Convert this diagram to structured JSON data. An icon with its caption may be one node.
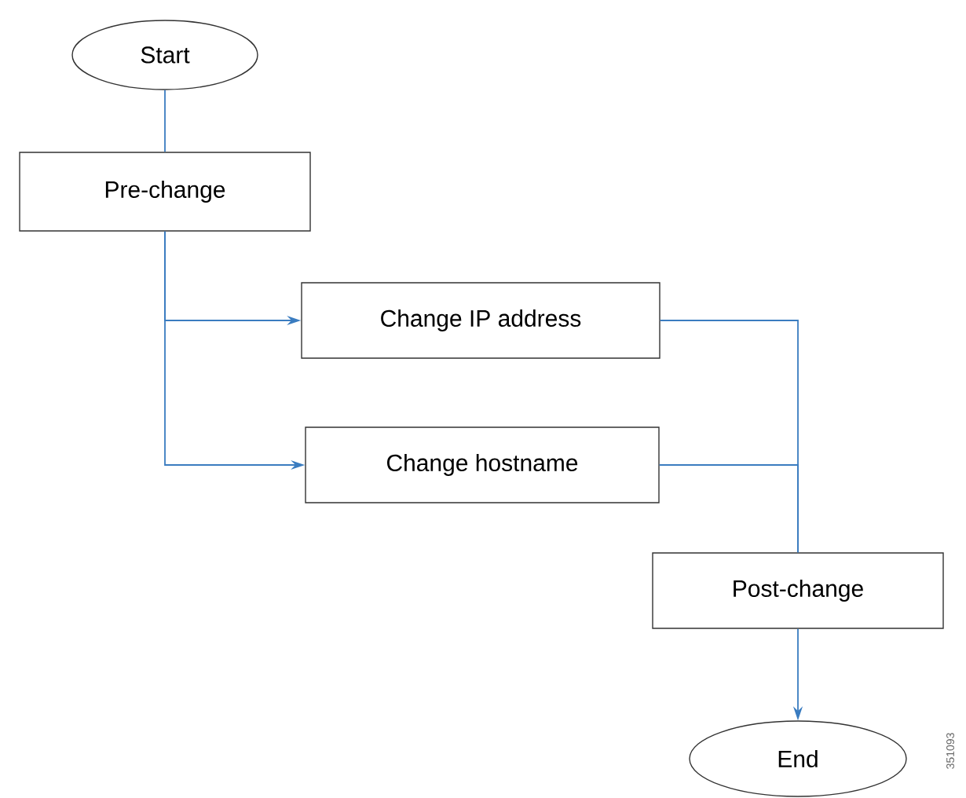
{
  "diagram": {
    "nodes": [
      {
        "text": [
          "Start"
        ]
      },
      {
        "text": [
          "Pre-change"
        ]
      },
      {
        "text": [
          "Change IP address"
        ]
      },
      {
        "text": [
          "Change  hostname"
        ]
      },
      {
        "text": [
          "Post-change"
        ]
      },
      {
        "text": [
          "End"
        ]
      }
    ],
    "edges": [
      {
        "from": 0,
        "to": 1,
        "arrow": "none"
      },
      {
        "from": 1,
        "to": 2,
        "arrow": "to"
      },
      {
        "from": 1,
        "to": 3,
        "arrow": "to"
      },
      {
        "from": 2,
        "to": 4,
        "arrow": "none"
      },
      {
        "from": 3,
        "to": 4,
        "arrow": "none"
      },
      {
        "from": 4,
        "to": 5,
        "arrow": "to"
      }
    ],
    "labels": [
      "351093"
    ]
  }
}
